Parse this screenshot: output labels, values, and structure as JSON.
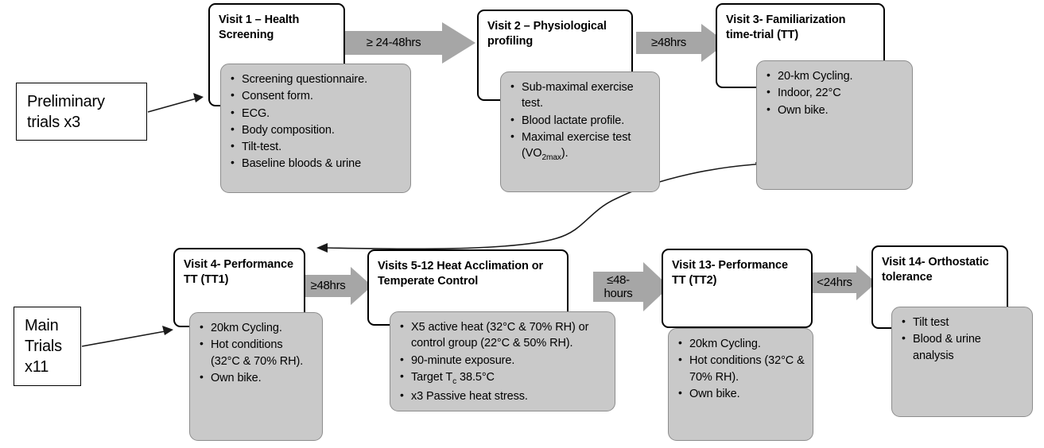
{
  "diagram": {
    "title": "Study visit schedule flowchart",
    "colors": {
      "grey_fill": "#c9c9c9",
      "grey_arrow": "#a6a6a6",
      "border": "#000000",
      "background": "#ffffff"
    }
  },
  "groups": [
    {
      "id": "preliminary",
      "label": "Preliminary\ntrials x3"
    },
    {
      "id": "main",
      "label": "Main\nTrials\nx11"
    }
  ],
  "visits": [
    {
      "id": "visit1",
      "title": "Visit 1 – Health Screening",
      "bullets": [
        "Screening questionnaire.",
        "Consent form.",
        "ECG.",
        "Body composition.",
        "Tilt-test.",
        "Baseline bloods & urine"
      ]
    },
    {
      "id": "visit2",
      "title": "Visit 2 – Physiological profiling",
      "bullets": [
        "Sub-maximal exercise test.",
        "Blood lactate profile.",
        "Maximal exercise test (VO2max)."
      ]
    },
    {
      "id": "visit3",
      "title": "Visit 3- Familiarization time-trial (TT)",
      "bullets": [
        "20-km Cycling.",
        "Indoor, 22°C",
        "Own bike."
      ]
    },
    {
      "id": "visit4",
      "title": "Visit 4- Performance TT (TT1)",
      "bullets": [
        "20km Cycling.",
        "Hot conditions (32°C & 70% RH).",
        "Own bike."
      ]
    },
    {
      "id": "visit5_12",
      "title": "Visits 5-12 Heat Acclimation or Temperate Control",
      "bullets": [
        "X5 active heat (32°C & 70% RH) or control group (22°C & 50% RH).",
        "90-minute exposure.",
        "Target Tc 38.5°C",
        "x3 Passive heat  stress."
      ]
    },
    {
      "id": "visit13",
      "title": "Visit 13- Performance TT (TT2)",
      "bullets": [
        "20km Cycling.",
        "Hot conditions (32°C & 70% RH).",
        "Own bike."
      ]
    },
    {
      "id": "visit14",
      "title": "Visit 14- Orthostatic tolerance",
      "bullets": [
        "Tilt test",
        "Blood & urine analysis"
      ]
    }
  ],
  "connectors": [
    {
      "id": "v1_v2",
      "label": "≥ 24-48hrs"
    },
    {
      "id": "v2_v3",
      "label": "≥48hrs"
    },
    {
      "id": "v4_v5",
      "label": "≥48hrs"
    },
    {
      "id": "v5_v13",
      "label": "≤48-\nhours"
    },
    {
      "id": "v13_v14",
      "label": "<24hrs"
    }
  ]
}
